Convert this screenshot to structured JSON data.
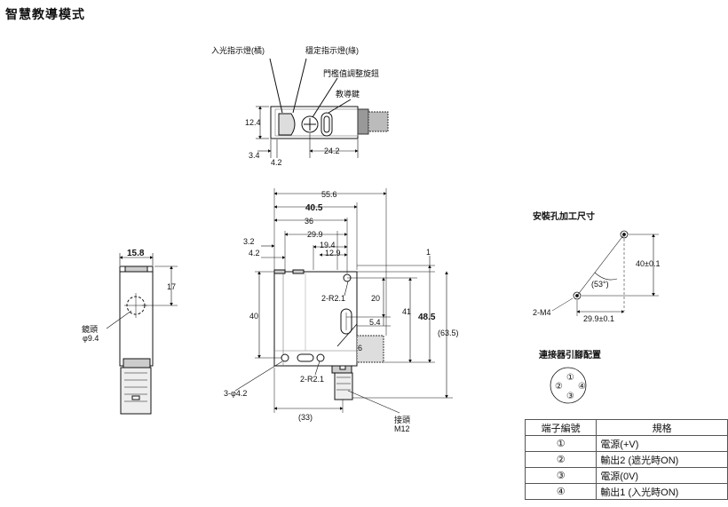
{
  "title": "智慧教導模式",
  "top_view": {
    "callouts": [
      "入光指示燈(橘)",
      "穩定指示燈(綠)",
      "門檻值調整旋鈕",
      "教導鍵"
    ],
    "dims": [
      "12.4",
      "3.4",
      "4.2",
      "24.2"
    ]
  },
  "side_view": {
    "dims": [
      "15.8",
      "17"
    ],
    "lens_label": [
      "鏡頭",
      "φ9.4"
    ]
  },
  "front_view": {
    "dims": [
      "55.6",
      "40.5",
      "36",
      "29.9",
      "19.4",
      "12.9",
      "3.2",
      "4.2",
      "1",
      "2-R2.1",
      "20",
      "5.4",
      "41",
      "48.5",
      "(63.5)",
      "40",
      "6",
      "2-R2.1",
      "3-φ4.2",
      "(33)"
    ],
    "connector_label": [
      "接頭",
      "M12"
    ]
  },
  "mounting": {
    "title": "安裝孔加工尺寸",
    "dims": [
      "40±0.1",
      "(53°)",
      "2-M4",
      "29.9±0.1"
    ]
  },
  "connector": {
    "title": "連接器引腳配置",
    "pins": [
      "①",
      "②",
      "③",
      "④"
    ]
  },
  "pin_table": {
    "headers": [
      "端子編號",
      "規格"
    ],
    "rows": [
      {
        "pin": "①",
        "spec": "電源(+V)"
      },
      {
        "pin": "②",
        "spec": "輸出2 (遮光時ON)"
      },
      {
        "pin": "③",
        "spec": "電源(0V)"
      },
      {
        "pin": "④",
        "spec": "輸出1 (入光時ON)"
      }
    ]
  }
}
